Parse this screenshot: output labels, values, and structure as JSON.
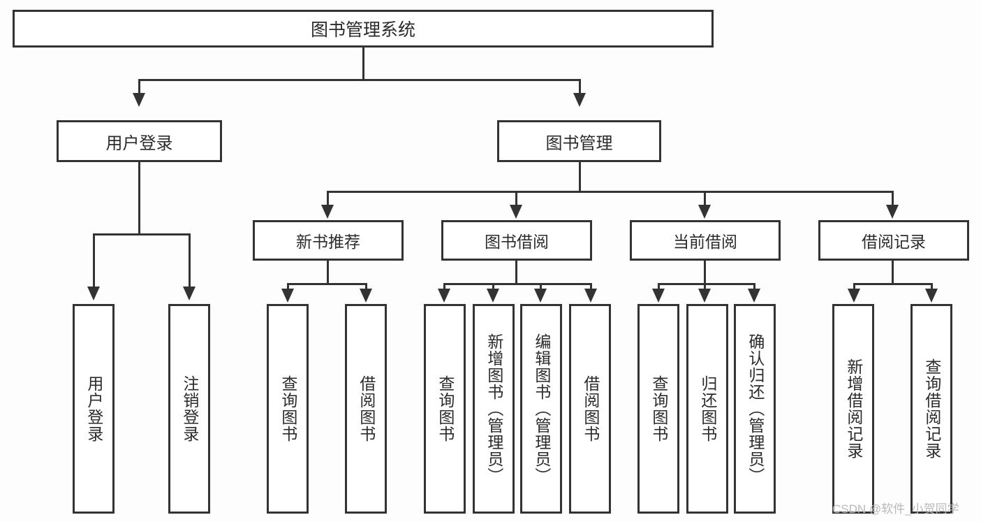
{
  "diagram": {
    "title": "图书管理系统",
    "type": "hierarchy-tree",
    "root": {
      "label": "图书管理系统"
    },
    "level2": [
      {
        "label": "用户登录"
      },
      {
        "label": "图书管理"
      }
    ],
    "level3": [
      {
        "label": "新书推荐"
      },
      {
        "label": "图书借阅"
      },
      {
        "label": "当前借阅"
      },
      {
        "label": "借阅记录"
      }
    ],
    "leaves": {
      "user_login": [
        {
          "label": "用户登录"
        },
        {
          "label": "注销登录"
        }
      ],
      "new_book_recommend": [
        {
          "label": "查询图书"
        },
        {
          "label": "借阅图书"
        }
      ],
      "book_borrow": [
        {
          "label": "查询图书"
        },
        {
          "label": "新增图书（管理员）"
        },
        {
          "label": "编辑图书（管理员）"
        },
        {
          "label": "借阅图书"
        }
      ],
      "current_borrow": [
        {
          "label": "查询图书"
        },
        {
          "label": "归还图书"
        },
        {
          "label": "确认归还（管理员）"
        }
      ],
      "borrow_record": [
        {
          "label": "新增借阅记录"
        },
        {
          "label": "查询借阅记录"
        }
      ]
    }
  },
  "watermark": {
    "text": "CSDN @软件_小贺同学"
  },
  "colors": {
    "border": "#333333",
    "fill": "#ffffff",
    "text": "#2b2b2b",
    "watermark": "#b9b9b9",
    "background": "#fdfdfd"
  }
}
